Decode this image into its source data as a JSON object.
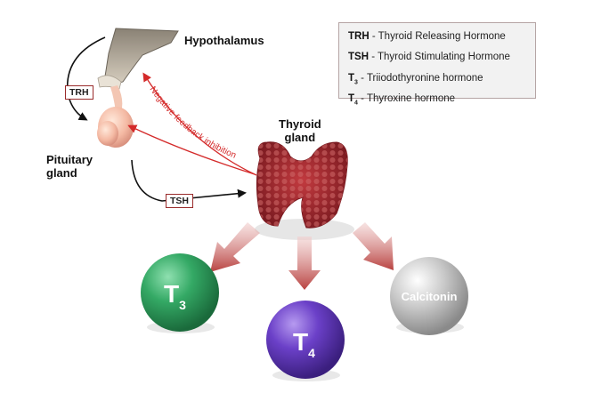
{
  "labels": {
    "hypothalamus": "Hypothalamus",
    "pituitary": "Pituitary\ngland",
    "thyroid": "Thyroid\ngland",
    "trh_tag": "TRH",
    "tsh_tag": "TSH",
    "feedback": "Negative feedback inhibition"
  },
  "legend": [
    {
      "abbr": "TRH",
      "sub": "",
      "text": " - Thyroid Releasing Hormone"
    },
    {
      "abbr": "TSH",
      "sub": "",
      "text": " - Thyroid Stimulating Hormone"
    },
    {
      "abbr": "T",
      "sub": "3",
      "text": " - Triiodothyronine hormone"
    },
    {
      "abbr": "T",
      "sub": "4",
      "text": " - Thyroxine hormone"
    }
  ],
  "hormones": {
    "t3": {
      "main": "T",
      "sub": "3"
    },
    "t4": {
      "main": "T",
      "sub": "4"
    },
    "calcitonin": "Calcitonin"
  },
  "colors": {
    "feedback": "#d42a2a",
    "t3_sphere": "#2f9d5e",
    "t4_sphere": "#6a3fc4",
    "calcitonin_sphere": "#bcbcbc",
    "thyroid": "#a8262f",
    "down_arrows": "#c8605f"
  },
  "icons": [
    "hypothalamus-illustration",
    "pituitary-illustration",
    "thyroid-illustration"
  ]
}
